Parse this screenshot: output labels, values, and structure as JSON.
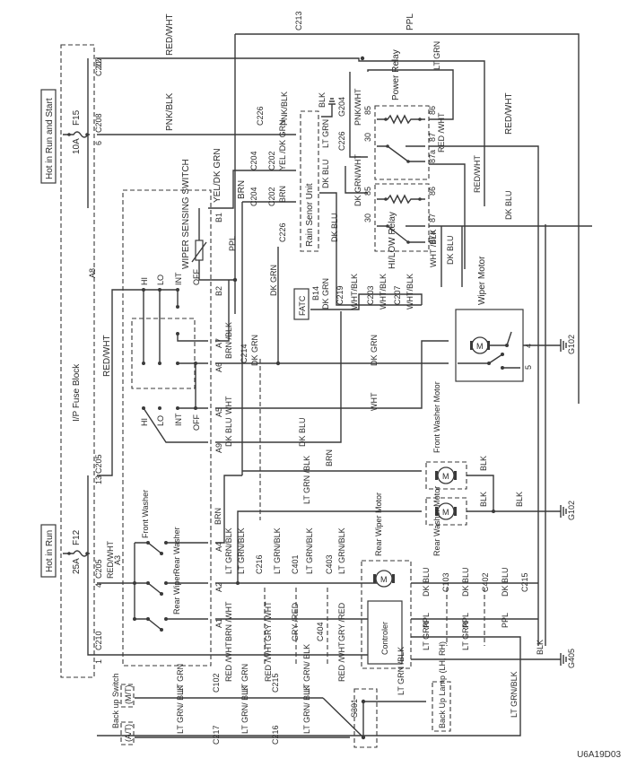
{
  "figure_id": "U6A19D03",
  "fuse_block": {
    "title": "I/P Fuse Block",
    "power_labels": [
      "Hot in Run and Start",
      "Hot in Run"
    ],
    "fuses": [
      {
        "name": "F15",
        "rating": "10A"
      },
      {
        "name": "F12",
        "rating": "25A"
      }
    ],
    "connectors": [
      {
        "id": "C207",
        "pin": "22"
      },
      {
        "id": "C208",
        "pin": "6"
      },
      {
        "id": "C205",
        "pin": "13"
      },
      {
        "id": "C205",
        "pin": "4"
      },
      {
        "id": "C210",
        "pin": "1"
      }
    ]
  },
  "components": {
    "wiper_sensing_switch": "WIPER SENSING SWITCH",
    "rain_sensor_unit": "Rain Senor Unit",
    "power_relay": "Power Relay",
    "hilow_relay": "HI/LOW Relay",
    "wiper_motor": "Wiper Motor",
    "front_washer_motor": "Front Washer Motor",
    "rear_washer_motor": "Rear Washer Motor",
    "rear_wiper_motor": "Rear Wiper Motor",
    "controller": "Controler",
    "fatc": "FATC",
    "backup_switch": "Back up Switch",
    "backup_switch_mt": "(M/T)",
    "backup_switch_at": "(A/T)",
    "backup_lamp": "Back Up Lamp (LH, RH)",
    "splice": "S301"
  },
  "switch_positions": {
    "front": [
      "HI",
      "LO",
      "INT",
      "OFF"
    ],
    "rear": [
      "Front Washer",
      "Rear Washer",
      "Rear Wiper"
    ]
  },
  "switch_pins": [
    "B1",
    "B2",
    "A8",
    "A7",
    "A6",
    "A5",
    "A9",
    "A4",
    "A3",
    "A2",
    "A1"
  ],
  "grounds": [
    "G204",
    "G102",
    "G102",
    "G405"
  ],
  "relay_pins": [
    "85",
    "86",
    "30",
    "87",
    "87a"
  ],
  "wires": {
    "red_wht": "RED/WHT",
    "pnk_blk": "PNK/BLK",
    "ppl": "PPL",
    "yel_dkgrn": "YEL/DK GRN",
    "yel_dkgrn_split": "YEL /DK GRN",
    "brn": "BRN",
    "blk": "BLK",
    "pnk_wht": "PNK/WHT",
    "lt_grn": "LT GRN",
    "dk_blu": "DK BLU",
    "dkgrn_wht": "DK GRN/WHT",
    "dk_grn": "DK GRN",
    "wht": "WHT",
    "wht_blk": "WHT/BLK",
    "wht_blk_split": "WHT /BLK",
    "brn_blk": "BRN /BLK",
    "ltgrn_blk": "LT GRN/BLK",
    "ltgrn_blk_split": "LT GRN /BLK",
    "ltgrn_blk_slash": "LT GRN/ BLK",
    "brn_wht": "BRN /WHT",
    "gry_wht": "GRY /WHT",
    "gry_red": "GRY /RED",
    "red_wht_split": "RED /WHT"
  },
  "connectors": {
    "C213": "C213",
    "C226": "C226",
    "C204": "C204",
    "C202": "C202",
    "C214": "C214",
    "C219": "C219",
    "C203": "C203",
    "C207": "C207",
    "C216": "C216",
    "C401": "C401",
    "C403": "C403",
    "C404": "C404",
    "C103": "C103",
    "C402": "C402",
    "C215": "C215",
    "C102": "C102",
    "C217": "C217",
    "B14": "B14"
  }
}
